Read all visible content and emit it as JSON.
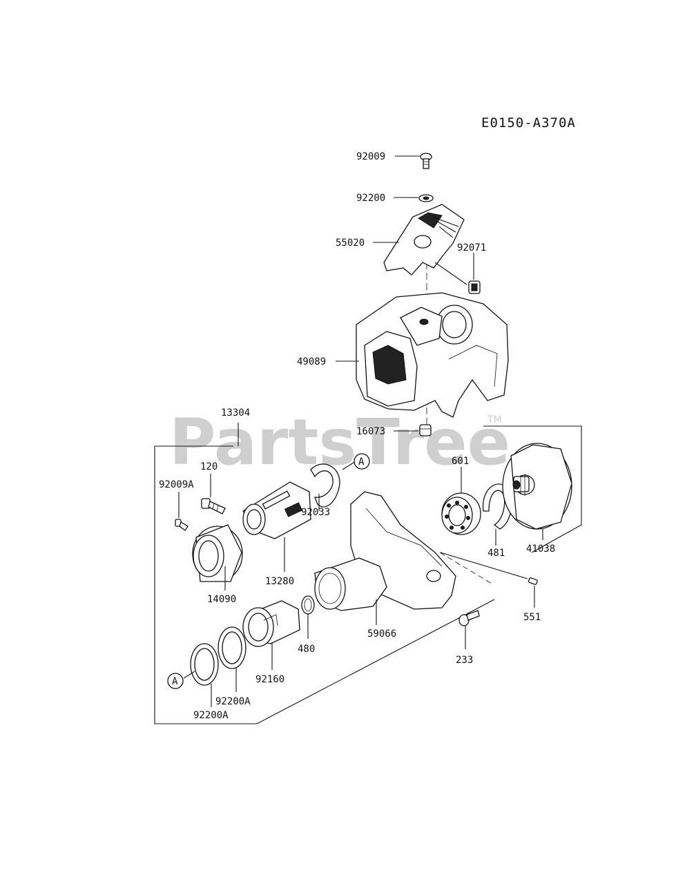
{
  "diagram_code": "E0150-A370A",
  "watermark": {
    "text": "PartsTree",
    "trademark": "TM"
  },
  "callout_marker": "A",
  "parts": {
    "p92009": "92009",
    "p92200": "92200",
    "p55020": "55020",
    "p92071": "92071",
    "p49089": "49089",
    "p16073": "16073",
    "p13304": "13304",
    "p120": "120",
    "p92009A": "92009A",
    "p92033": "92033",
    "p13280": "13280",
    "p14090": "14090",
    "p601": "601",
    "p481": "481",
    "p41038": "41038",
    "p551": "551",
    "p59066": "59066",
    "p480": "480",
    "p233": "233",
    "p92160": "92160",
    "p92200A_1": "92200A",
    "p92200A_2": "92200A"
  }
}
